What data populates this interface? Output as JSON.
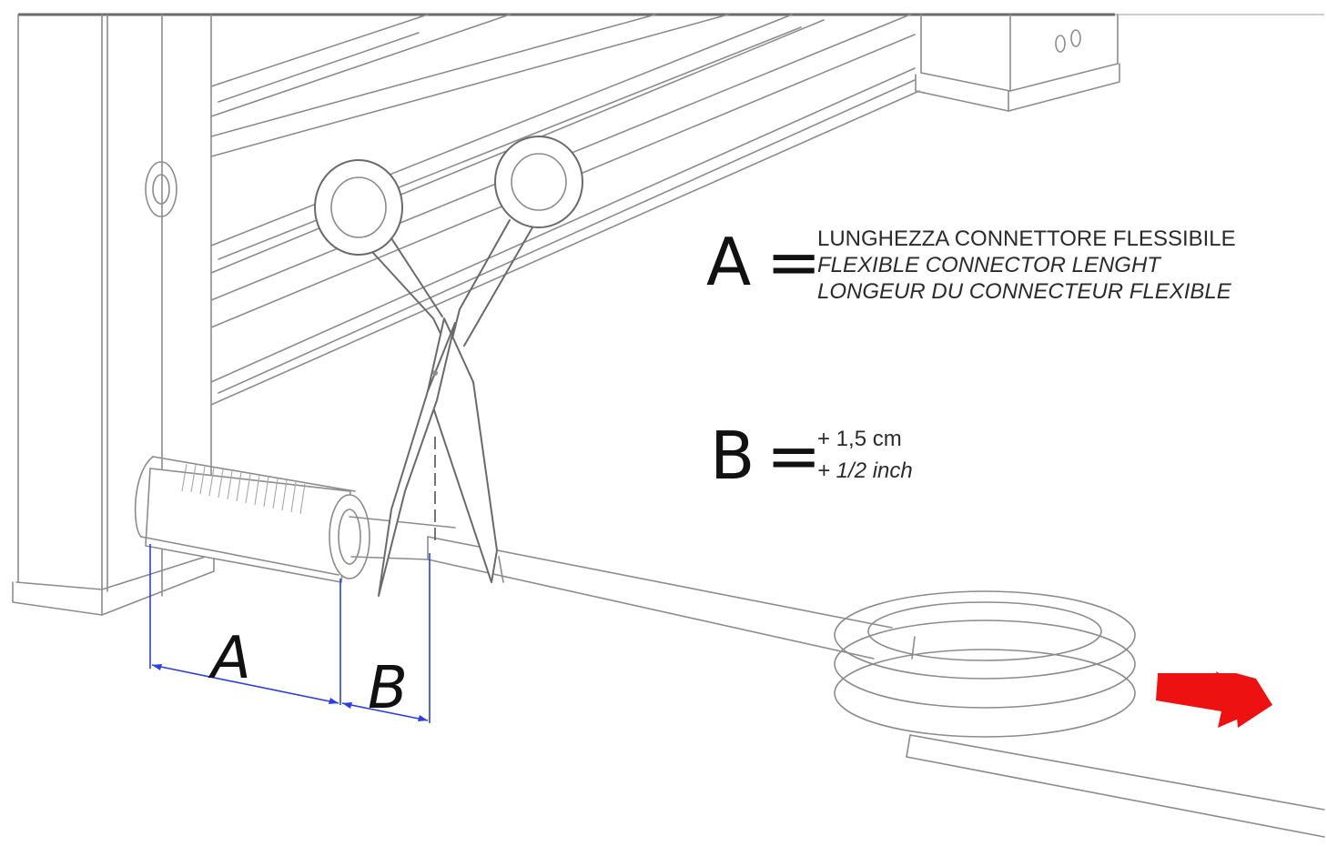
{
  "legend": {
    "a": {
      "symbol": "A",
      "equals": "=",
      "lines": [
        "LUNGHEZZA CONNETTORE FLESSIBILE",
        "FLEXIBLE CONNECTOR LENGHT",
        "LONGEUR DU CONNECTEUR FLEXIBLE"
      ]
    },
    "b": {
      "symbol": "B",
      "equals": "=",
      "lines": [
        "+ 1,5 cm",
        "+ 1/2 inch"
      ]
    }
  },
  "dimensions": {
    "a_label": "A",
    "b_label": "B"
  },
  "colors": {
    "dimension_line": "#2a3fe0",
    "arrow": "#ee1111",
    "linework": "#8c8c8c"
  },
  "icons": {
    "arrow": "right-arrow-icon",
    "tool": "scissors-icon"
  }
}
